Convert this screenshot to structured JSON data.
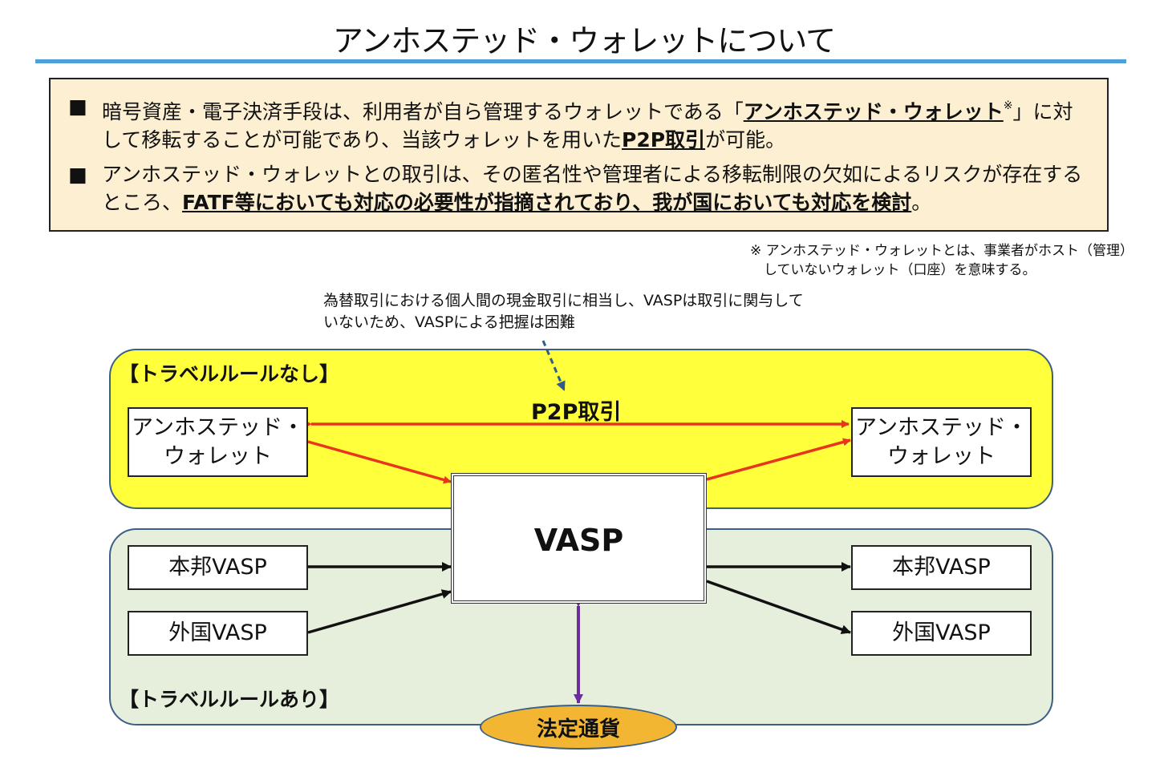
{
  "title": "アンホステッド・ウォレットについて",
  "summary": {
    "bullet_mark": "■",
    "item1": {
      "text_a": "暗号資産・電子決済手段は、利用者が自ら管理するウォレットである「",
      "bold_a": "アンホステッド・ウォレット",
      "sup": "※",
      "text_b": "」に対して移転することが可能であり、当該ウォレットを用いた",
      "bold_b": "P2P取引",
      "text_c": "が可能。"
    },
    "item2": {
      "text_a": "アンホステッド・ウォレットとの取引は、その匿名性や管理者による移転制限の欠如によるリスクが存在するところ、",
      "bold_a": "FATF等においても対応の必要性が指摘されており、我が国においても対応を検討",
      "text_b": "。"
    }
  },
  "footnote": "※ アンホステッド・ウォレットとは、事業者がホスト（管理）\n　していないウォレット（口座）を意味する。",
  "callout": "為替取引における個人間の現金取引に相当し、VASPは取引に関与して\nいないため、VASPによる把握は困難",
  "diagram": {
    "region_no_label": "【トラベルルールなし】",
    "region_yes_label": "【トラベルルールあり】",
    "p2p_label": "P2P取引",
    "left_wallet": "アンホステッド・\nウォレット",
    "right_wallet": "アンホステッド・\nウォレット",
    "center": "VASP",
    "left_domestic": "本邦VASP",
    "left_foreign": "外国VASP",
    "right_domestic": "本邦VASP",
    "right_foreign": "外国VASP",
    "fiat": "法定通貨"
  },
  "colors": {
    "title_rule": "#4ea1d8",
    "summary_bg": "#fcefd2",
    "region_no_bg": "#ffff3c",
    "region_yes_bg": "#e6efdc",
    "red_arrow": "#e8351e",
    "purple_arrow": "#6a2d9a",
    "dashed_arrow": "#2f5c8a",
    "fiat_bg": "#f2b632"
  }
}
